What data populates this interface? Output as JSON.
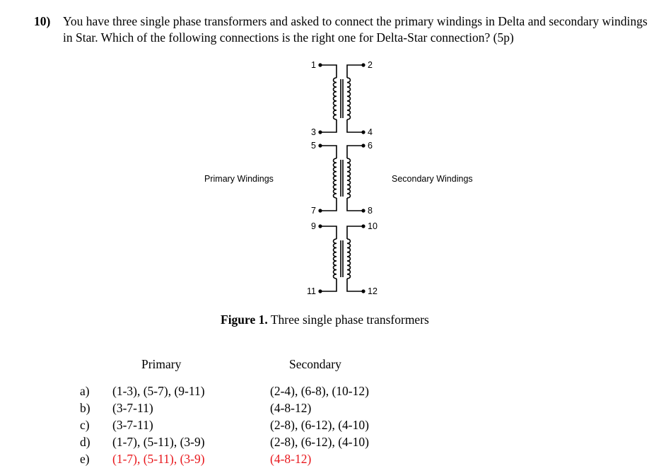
{
  "question": {
    "number": "10)",
    "text": "You have three single phase transformers and asked to connect the primary windings in Delta and secondary windings in Star. Which of the following connections is the right one for Delta-Star connection? (5p)"
  },
  "figure": {
    "terminals": [
      "1",
      "2",
      "3",
      "4",
      "5",
      "6",
      "7",
      "8",
      "9",
      "10",
      "11",
      "12"
    ],
    "primary_label": "Primary Windings",
    "secondary_label": "Secondary Windings",
    "caption_bold": "Figure 1.",
    "caption_text": " Three single phase transformers"
  },
  "table": {
    "primary_header": "Primary",
    "secondary_header": "Secondary",
    "options": [
      {
        "letter": "a)",
        "primary": "(1-3), (5-7), (9-11)",
        "secondary": "(2-4), (6-8), (10-12)",
        "highlight": false
      },
      {
        "letter": "b)",
        "primary": "(3-7-11)",
        "secondary": "(4-8-12)",
        "highlight": false
      },
      {
        "letter": "c)",
        "primary": "(3-7-11)",
        "secondary": "(2-8), (6-12), (4-10)",
        "highlight": false
      },
      {
        "letter": "d)",
        "primary": "(1-7), (5-11), (3-9)",
        "secondary": "(2-8), (6-12), (4-10)",
        "highlight": false
      },
      {
        "letter": "e)",
        "primary": "(1-7), (5-11), (3-9)",
        "secondary": "(4-8-12)",
        "highlight": true
      }
    ],
    "highlight_color": "#e8161b"
  }
}
